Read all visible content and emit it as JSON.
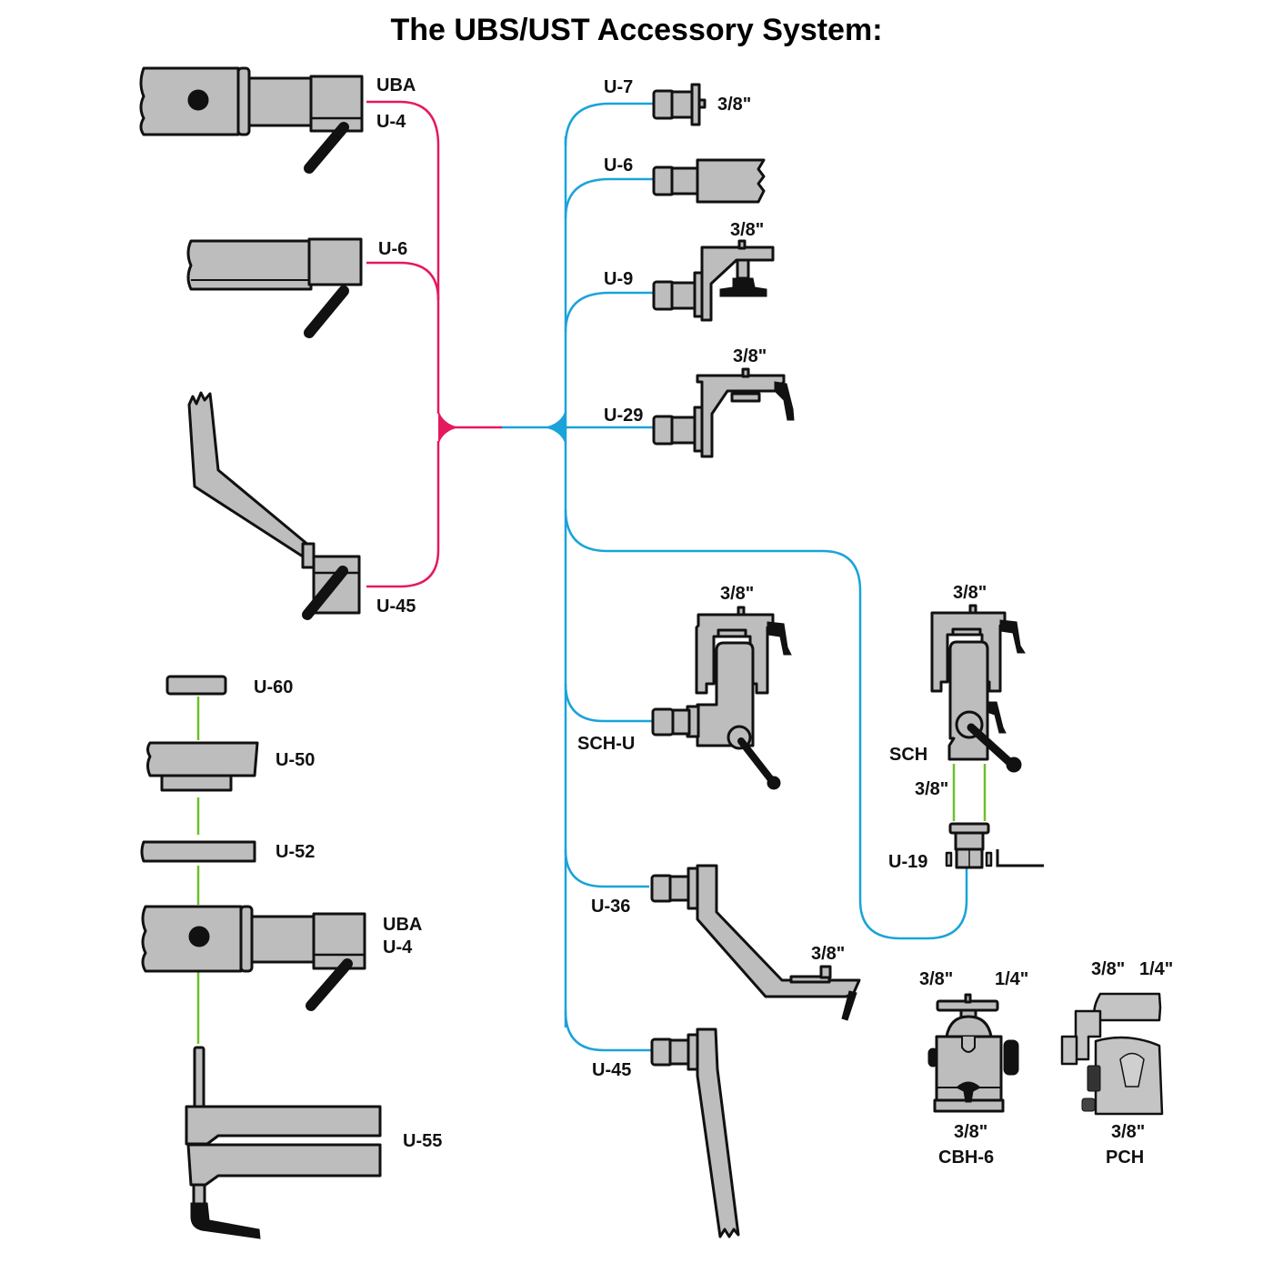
{
  "title": "The UBS/UST Accessory System:",
  "colors": {
    "pink": "#e5195e",
    "blue": "#1aa3d9",
    "green": "#6cc02a",
    "part_gray": "#bdbdbd"
  },
  "left_group": {
    "uba_top": {
      "line1": "UBA",
      "line2": "U-4"
    },
    "u6": "U-6",
    "u45": "U-45"
  },
  "stack_group": {
    "u60": "U-60",
    "u50": "U-50",
    "u52": "U-52",
    "uba": {
      "line1": "UBA",
      "line2": "U-4"
    },
    "u55": "U-55"
  },
  "right_group": {
    "u7": {
      "name": "U-7",
      "thread": "3/8\""
    },
    "u6": {
      "name": "U-6"
    },
    "u9": {
      "name": "U-9",
      "thread": "3/8\""
    },
    "u29": {
      "name": "U-29",
      "thread": "3/8\""
    },
    "schu": {
      "name": "SCH-U",
      "thread": "3/8\""
    },
    "u36": {
      "name": "U-36",
      "thread": "3/8\""
    },
    "u45": {
      "name": "U-45"
    }
  },
  "far_right": {
    "sch": {
      "name": "SCH",
      "thread_top": "3/8\"",
      "thread_bottom": "3/8\""
    },
    "u19": {
      "name": "U-19"
    },
    "cbh6": {
      "name": "CBH-6",
      "thread_top_left": "3/8\"",
      "thread_top_right": "1/4\"",
      "thread_bottom": "3/8\""
    },
    "pch": {
      "name": "PCH",
      "thread_top_left": "3/8\"",
      "thread_top_right": "1/4\"",
      "thread_bottom": "3/8\""
    }
  }
}
